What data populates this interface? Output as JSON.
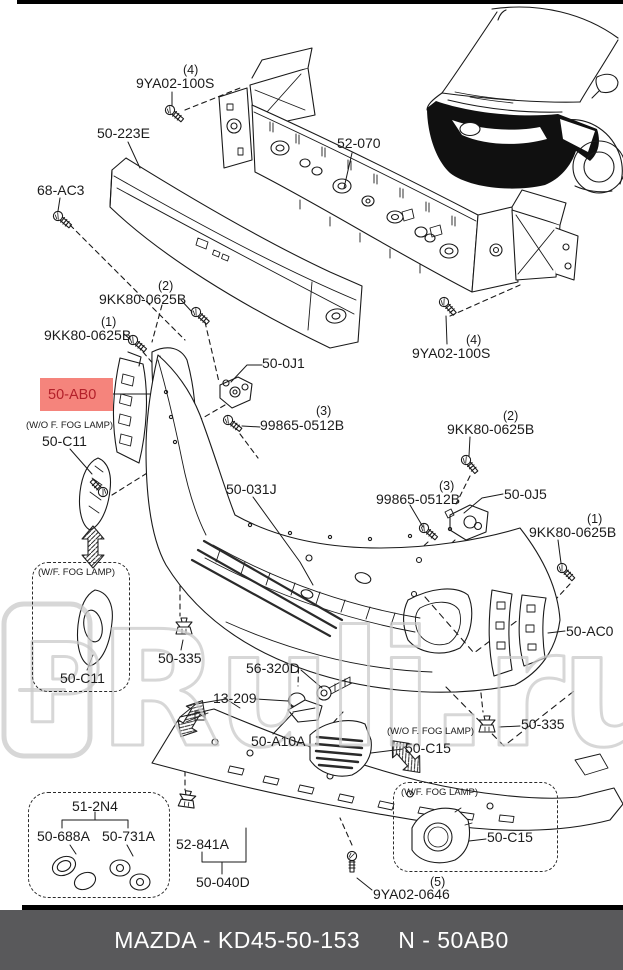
{
  "page": {
    "type": "parts-catalog-exploded-diagram",
    "vehicle": "Mazda CX-5 front bumper"
  },
  "colors": {
    "highlight_bg": "#F5847C",
    "highlight_text": "#B3202A",
    "footer_bg": "#59595B",
    "line": "#1A1A1A",
    "watermark": "#C9C9C9"
  },
  "watermark": {
    "logo_glyph": "P",
    "text": "Ruli.ru"
  },
  "footer": {
    "left_text": "MAZDA - KD45-50-153",
    "right_text": "N - 50AB0"
  },
  "labels": {
    "ya100s_left_qty": "(4)",
    "ya100s_left": "9YA02-100S",
    "p50_223e": "50-223E",
    "p68_ac3": "68-AC3",
    "p52_070": "52-070",
    "kk_left2_qty": "(2)",
    "kk_left2": "9KK80-0625B",
    "kk_left1_qty": "(1)",
    "kk_left1": "9KK80-0625B",
    "p50_ab0": "50-AB0",
    "wo_fog_left": "(W/O F. FOG LAMP)",
    "p50_c11_upper": "50-C11",
    "p50_0j1": "50-0J1",
    "n99865_left_qty": "(3)",
    "n99865_left": "99865-0512B",
    "ya100s_right_qty": "(4)",
    "ya100s_right": "9YA02-100S",
    "kk_right2_qty": "(2)",
    "kk_right2": "9KK80-0625B",
    "n99865_right_qty": "(3)",
    "n99865_right": "99865-0512B",
    "p50_0j5": "50-0J5",
    "kk_right1_qty": "(1)",
    "kk_right1": "9KK80-0625B",
    "p50_031j": "50-031J",
    "wf_fog_left": "(W/F. FOG LAMP)",
    "p50_c11_box": "50-C11",
    "p50_335_left": "50-335",
    "p56_320d": "56-320D",
    "p13_209": "13-209",
    "p50_a10a": "50-A10A",
    "wo_fog_right": "(W/O F. FOG LAMP)",
    "p50_c15_mid": "50-C15",
    "p50_ac0": "50-AC0",
    "p50_335_right": "50-335",
    "wf_fog_right": "(W/F. FOG LAMP)",
    "p50_c15_box": "50-C15",
    "p51_2n4": "51-2N4",
    "p50_688a": "50-688A",
    "p50_731a": "50-731A",
    "p52_841a": "52-841A",
    "p50_040d": "50-040D",
    "ya0646_qty": "(5)",
    "ya0646": "9YA02-0646"
  }
}
